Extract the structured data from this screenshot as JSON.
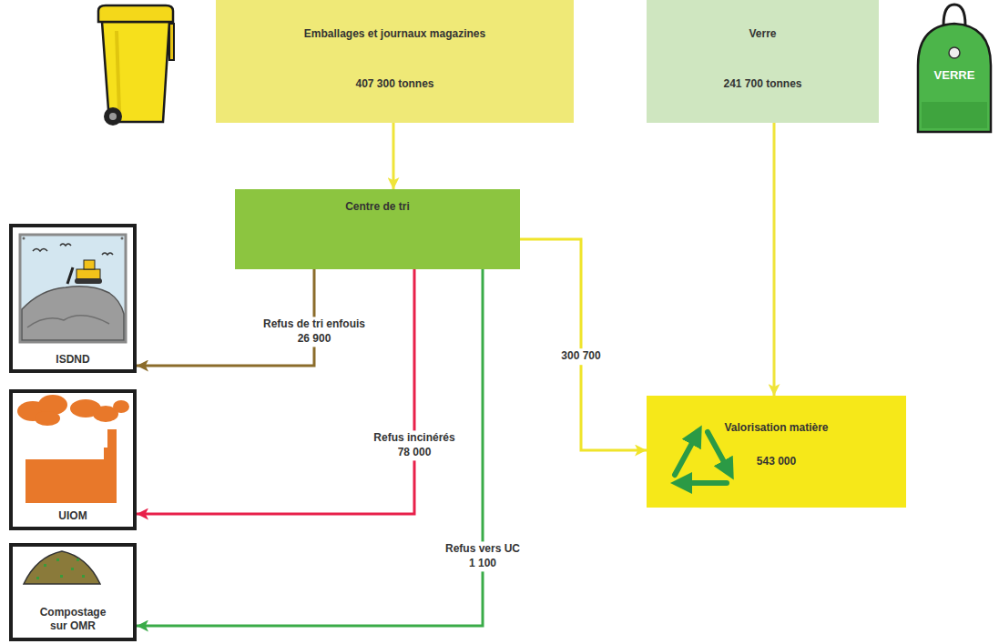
{
  "diagram": {
    "nodes": [
      {
        "text": [
          "Emballages et journaux magazines",
          "407 300 tonnes"
        ]
      },
      {
        "text": [
          "Verre",
          "241 700 tonnes"
        ]
      },
      {
        "text": [
          "Centre de tri"
        ]
      },
      {
        "text": [
          "ISDND"
        ]
      },
      {
        "text": [
          "UIOM"
        ]
      },
      {
        "text": [
          "Compostage sur OMR"
        ]
      },
      {
        "text": [
          "Valorisation matière",
          "543 000"
        ]
      }
    ],
    "edges": [
      {
        "from": 0,
        "to": 2,
        "arrow": "to"
      },
      {
        "from": 2,
        "to": 3,
        "label": "Refus de tri enfouis 26 900",
        "arrow": "to"
      },
      {
        "from": 2,
        "to": 4,
        "label": "Refus incinérés 78 000",
        "arrow": "to"
      },
      {
        "from": 2,
        "to": 5,
        "label": "Refus vers UC 1 100",
        "arrow": "to"
      },
      {
        "from": 2,
        "to": 6,
        "label": "300 700",
        "arrow": "to"
      },
      {
        "from": 1,
        "to": 6,
        "arrow": "to"
      }
    ],
    "labels": [
      "VERRE"
    ]
  }
}
